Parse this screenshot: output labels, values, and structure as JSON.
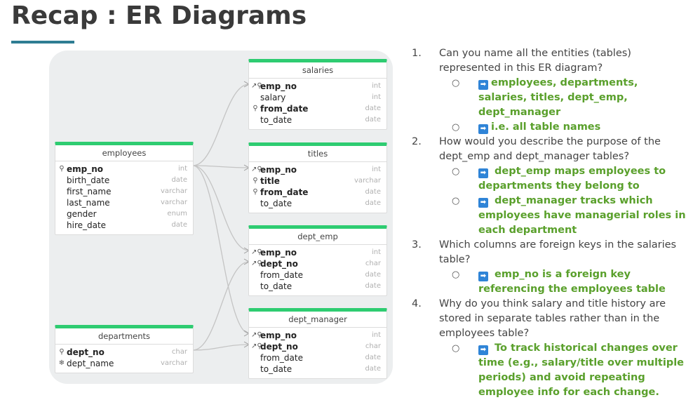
{
  "page": {
    "title": "Recap : ER Diagrams"
  },
  "diagram": {
    "tables": {
      "salaries": {
        "name": "salaries",
        "columns": [
          {
            "name": "emp_no",
            "type": "int",
            "key": "fk-pk",
            "bold": true
          },
          {
            "name": "salary",
            "type": "int",
            "key": "",
            "bold": false
          },
          {
            "name": "from_date",
            "type": "date",
            "key": "pk",
            "bold": true
          },
          {
            "name": "to_date",
            "type": "date",
            "key": "",
            "bold": false
          }
        ]
      },
      "titles": {
        "name": "titles",
        "columns": [
          {
            "name": "emp_no",
            "type": "int",
            "key": "fk-pk",
            "bold": true
          },
          {
            "name": "title",
            "type": "varchar",
            "key": "pk",
            "bold": true
          },
          {
            "name": "from_date",
            "type": "date",
            "key": "pk",
            "bold": true
          },
          {
            "name": "to_date",
            "type": "date",
            "key": "",
            "bold": false
          }
        ]
      },
      "employees": {
        "name": "employees",
        "columns": [
          {
            "name": "emp_no",
            "type": "int",
            "key": "pk",
            "bold": true
          },
          {
            "name": "birth_date",
            "type": "date",
            "key": "",
            "bold": false
          },
          {
            "name": "first_name",
            "type": "varchar",
            "key": "",
            "bold": false
          },
          {
            "name": "last_name",
            "type": "varchar",
            "key": "",
            "bold": false
          },
          {
            "name": "gender",
            "type": "enum",
            "key": "",
            "bold": false
          },
          {
            "name": "hire_date",
            "type": "date",
            "key": "",
            "bold": false
          }
        ]
      },
      "dept_emp": {
        "name": "dept_emp",
        "columns": [
          {
            "name": "emp_no",
            "type": "int",
            "key": "fk-pk",
            "bold": true
          },
          {
            "name": "dept_no",
            "type": "char",
            "key": "fk-pk",
            "bold": true
          },
          {
            "name": "from_date",
            "type": "date",
            "key": "",
            "bold": false
          },
          {
            "name": "to_date",
            "type": "date",
            "key": "",
            "bold": false
          }
        ]
      },
      "dept_manager": {
        "name": "dept_manager",
        "columns": [
          {
            "name": "emp_no",
            "type": "int",
            "key": "fk-pk",
            "bold": true
          },
          {
            "name": "dept_no",
            "type": "char",
            "key": "fk-pk",
            "bold": true
          },
          {
            "name": "from_date",
            "type": "date",
            "key": "",
            "bold": false
          },
          {
            "name": "to_date",
            "type": "date",
            "key": "",
            "bold": false
          }
        ]
      },
      "departments": {
        "name": "departments",
        "columns": [
          {
            "name": "dept_no",
            "type": "char",
            "key": "pk",
            "bold": true
          },
          {
            "name": "dept_name",
            "type": "varchar",
            "key": "unique",
            "bold": false
          }
        ]
      }
    }
  },
  "qa": [
    {
      "num": "1.",
      "question": "Can you name all the entities (tables) represented in this ER diagram?",
      "answers": [
        "employees, departments, salaries, titles, dept_emp, dept_manager",
        "i.e. all table names"
      ]
    },
    {
      "num": "2.",
      "question": "How would you describe the purpose of the dept_emp and dept_manager tables?",
      "answers": [
        " dept_emp maps employees to departments they belong to",
        " dept_manager tracks which employees have managerial roles in each department"
      ]
    },
    {
      "num": "3.",
      "question": "Which columns are foreign keys in the salaries table?",
      "answers": [
        " emp_no is a foreign key referencing the employees table"
      ]
    },
    {
      "num": "4.",
      "question": "Why do you think salary and title history are stored in separate tables rather than in the employees table?",
      "answers": [
        " To track historical changes over time (e.g., salary/title over multiple periods) and avoid repeating employee info for each change."
      ]
    }
  ],
  "colors": {
    "accent": "#2e7d93",
    "table_header": "#2ecc71",
    "answer": "#5aa02c",
    "arrow_badge": "#2f84d7"
  }
}
